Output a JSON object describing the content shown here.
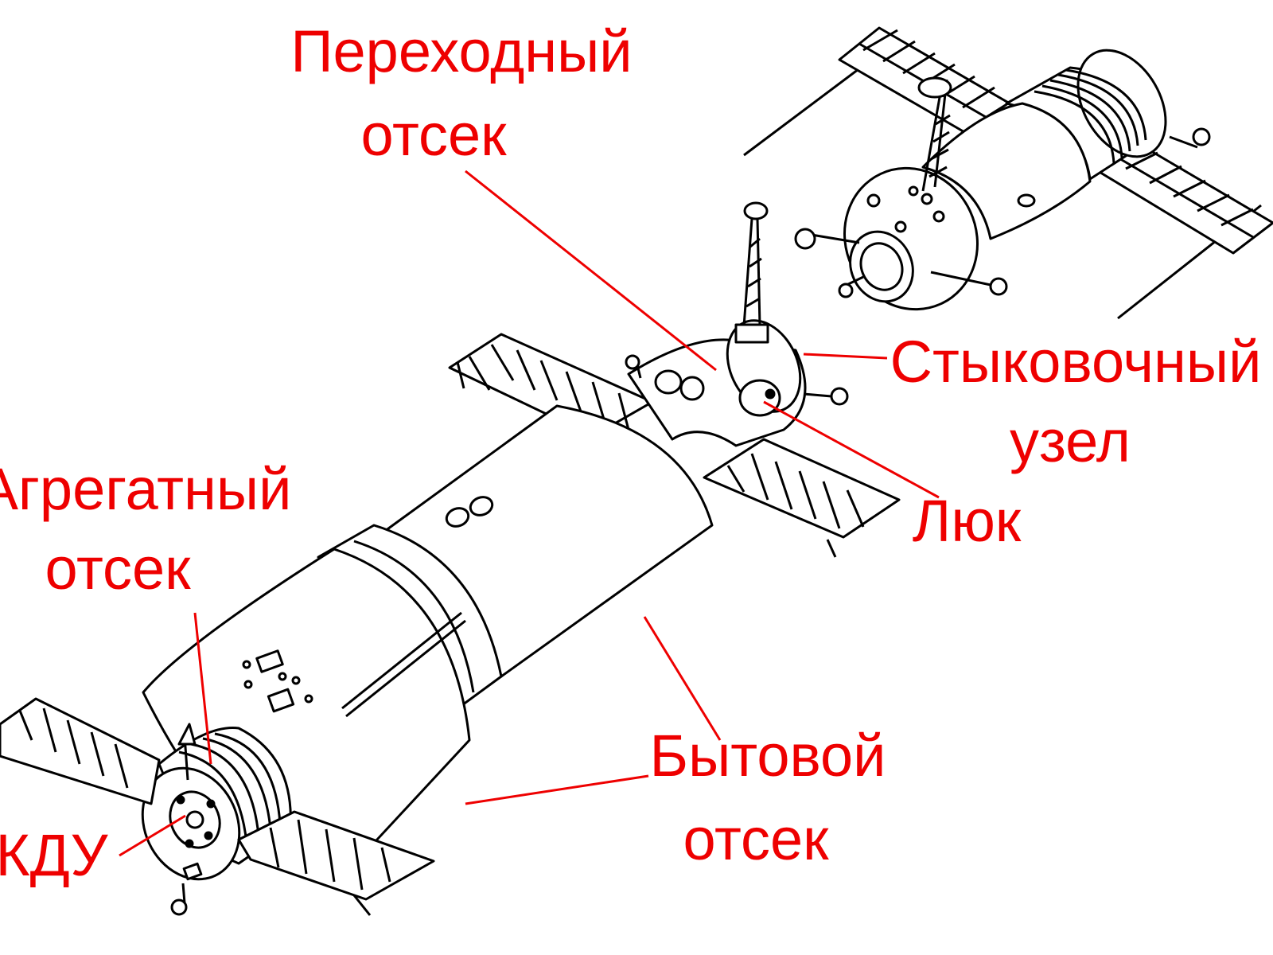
{
  "diagram": {
    "colors": {
      "label": "#ee0000",
      "leader": "#ee0000",
      "outline": "#000000",
      "background": "#ffffff"
    },
    "labels": {
      "transfer_line1": "Переходный",
      "transfer_line2": "отсек",
      "docking_line1": "Стыковочный",
      "docking_line2": "узел",
      "hatch": "Люк",
      "service_line1": "Агрегатный",
      "service_line2": "отсек",
      "engine": "КДУ",
      "habitat_line1": "Бытовой",
      "habitat_line2": "отсек"
    }
  }
}
